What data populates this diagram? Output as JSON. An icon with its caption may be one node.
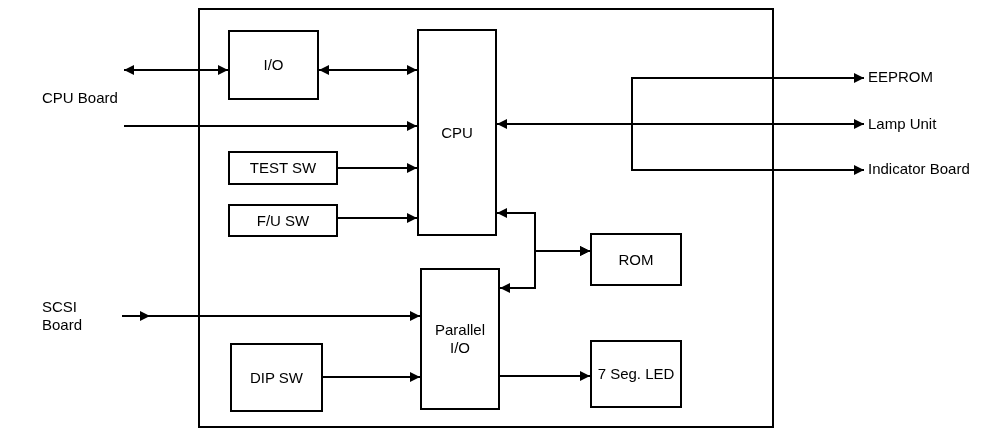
{
  "diagram": {
    "nodes": [
      {
        "text": [],
        "shape": "box"
      },
      {
        "text": [
          "CPU Board"
        ]
      },
      {
        "text": [
          "I/O"
        ],
        "in": 0
      },
      {
        "text": [
          "CPU"
        ],
        "in": 0
      },
      {
        "text": [
          "TEST SW"
        ],
        "in": 0
      },
      {
        "text": [
          "F/U SW"
        ],
        "in": 0
      },
      {
        "text": [
          "ROM"
        ],
        "in": 0
      },
      {
        "text": [
          "SCSI Board"
        ]
      },
      {
        "text": [
          "Parallel I/O"
        ],
        "in": 0
      },
      {
        "text": [
          "DIP SW"
        ],
        "in": 0
      },
      {
        "text": [
          "7 Seg. LED"
        ],
        "in": 0
      },
      {
        "text": [
          "EEPROM"
        ]
      },
      {
        "text": [
          "Lamp Unit"
        ]
      },
      {
        "text": [
          "Indicator Board"
        ]
      }
    ],
    "edges": [
      {
        "from": 1,
        "to": 2,
        "arrow": "both"
      },
      {
        "from": 1,
        "to": 3,
        "arrow": "to"
      },
      {
        "from": 2,
        "to": 3,
        "arrow": "both"
      },
      {
        "from": 4,
        "to": 3,
        "arrow": "to"
      },
      {
        "from": 5,
        "to": 3,
        "arrow": "to"
      },
      {
        "from": 3,
        "to": 12,
        "arrow": "both"
      },
      {
        "from": 3,
        "to": 11,
        "arrow": "to"
      },
      {
        "from": 3,
        "to": 13,
        "arrow": "to"
      },
      {
        "from": 6,
        "to": 3,
        "arrow": "both"
      },
      {
        "from": 6,
        "to": 8,
        "arrow": "both"
      },
      {
        "from": 7,
        "to": 8,
        "arrow": "to"
      },
      {
        "from": 9,
        "to": 8,
        "arrow": "to"
      },
      {
        "from": 8,
        "to": 10,
        "arrow": "to"
      }
    ]
  }
}
